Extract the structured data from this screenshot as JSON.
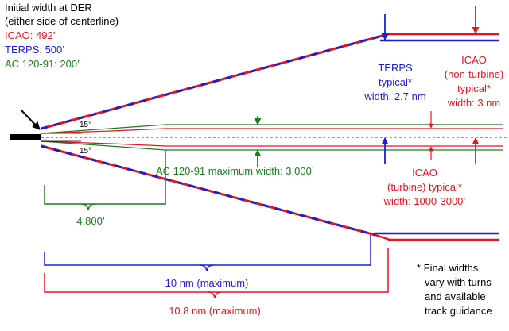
{
  "colors": {
    "black": "#000000",
    "red": "#e8141b",
    "blue": "#1c1cd9",
    "green": "#1a7f1a",
    "dashed_center": "#333333"
  },
  "legend": {
    "title_line1": "Initial width at DER",
    "title_line2": "(either side of centerline)",
    "icao": "ICAO: 492’",
    "terps": "TERPS: 500’",
    "ac": "AC 120-91: 200’"
  },
  "angles": {
    "upper": "15°",
    "lower": "15°"
  },
  "labels": {
    "terps_typical": [
      "TERPS",
      "typical*",
      "width: 2.7 nm"
    ],
    "icao_nonturbine": [
      "ICAO",
      "(non-turbine)",
      "typical*",
      "width: 3 nm"
    ],
    "icao_turbine": [
      "ICAO",
      "(turbine) typical*",
      "width: 1000-3000’"
    ],
    "ac_max": "AC 120-91 maximum width: 3,000’",
    "dist_4800": "4,800’",
    "dist_10nm": "10 nm (maximum)",
    "dist_108nm": "10.8 nm (maximum)",
    "footnote": [
      "* Final widths",
      "vary with turns",
      "and available",
      "track guidance"
    ]
  }
}
